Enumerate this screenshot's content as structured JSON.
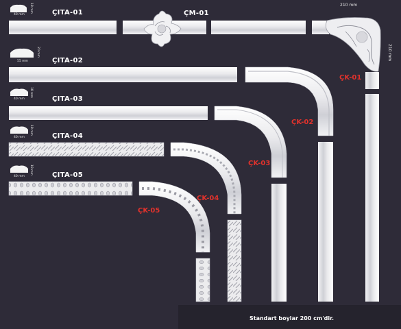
{
  "profiles": [
    {
      "code": "ÇITA-01",
      "width": "40 mm",
      "height": "18 mm"
    },
    {
      "code": "ÇITA-02",
      "width": "55 mm",
      "height": "20 mm"
    },
    {
      "code": "ÇITA-03",
      "width": "40 mm",
      "height": "18 mm"
    },
    {
      "code": "ÇITA-04",
      "width": "40 mm",
      "height": "18 mm"
    },
    {
      "code": "ÇITA-05",
      "width": "40 mm",
      "height": "18 mm"
    }
  ],
  "ornament_label": "ÇM-01",
  "corners": [
    "ÇK-01",
    "ÇK-02",
    "ÇK-03",
    "ÇK-04",
    "ÇK-05"
  ],
  "corner_dims": {
    "width": "210 mm",
    "height": "210 mm"
  },
  "footer": "Standart boylar 200 cm'dir."
}
